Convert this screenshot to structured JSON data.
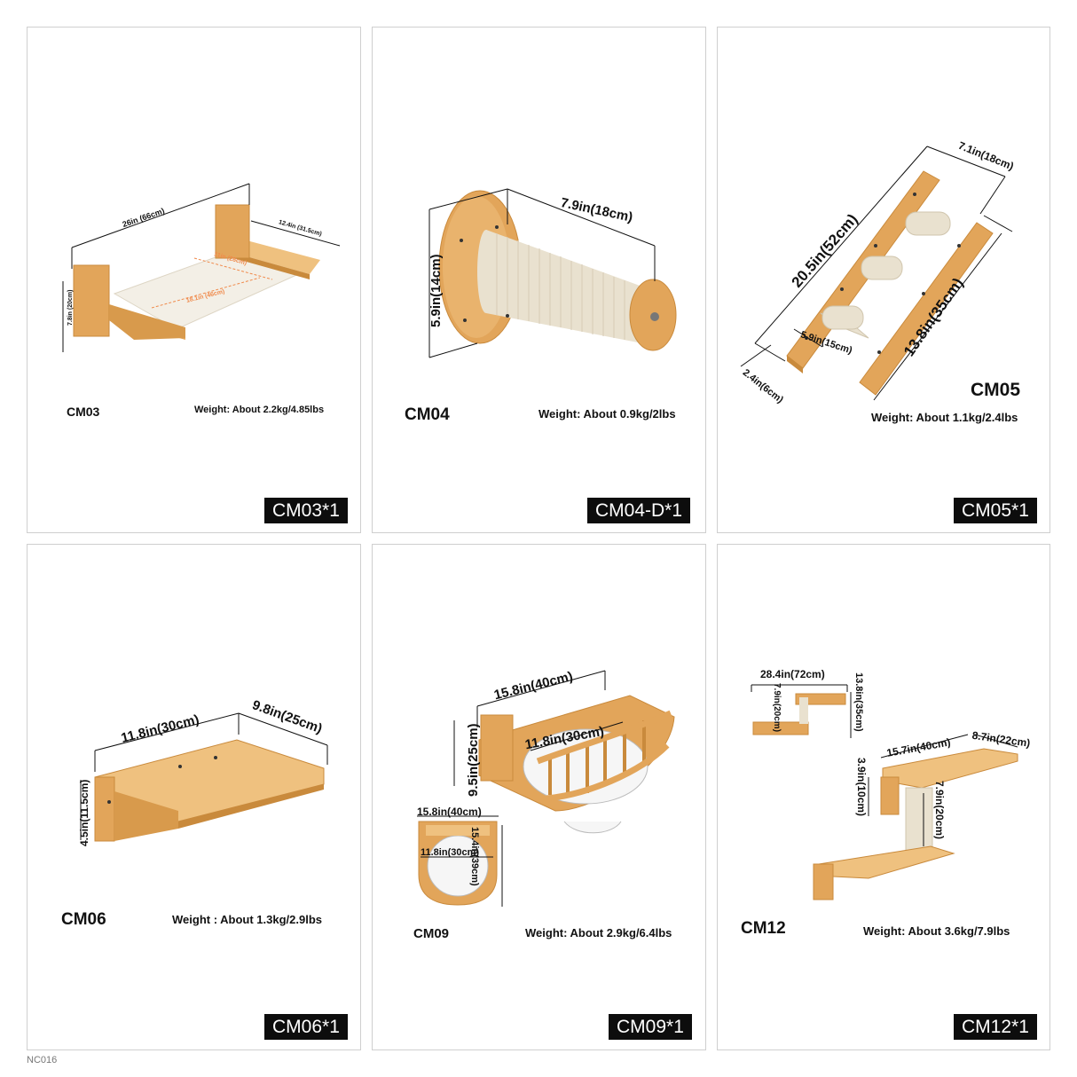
{
  "colors": {
    "wood": "#e2a55a",
    "wood_dark": "#c98a3c",
    "wood_light": "#efc17f",
    "sisal": "#e9e1cf",
    "label_bg": "#0d0d0d",
    "accent_dim": "#f08a4b"
  },
  "panels": [
    {
      "model": "CM03",
      "weight": "Weight: About 2.2kg/4.85lbs",
      "qty": "CM03*1",
      "dims": [
        "26in (66cm)",
        "12.4in (31.5cm)",
        "7.8in (20cm)",
        "11in (28cm)",
        "18.1in (46cm)"
      ]
    },
    {
      "model": "CM04",
      "weight": "Weight: About 0.9kg/2lbs",
      "qty": "CM04-D*1",
      "dims": [
        "7.9in(18cm)",
        "5.9in(14cm)"
      ]
    },
    {
      "model": "CM05",
      "weight": "Weight: About 1.1kg/2.4lbs",
      "qty": "CM05*1",
      "dims": [
        "7.1in(18cm)",
        "20.5in(52cm)",
        "13.8in(35cm)",
        "5.9in(15cm)",
        "2.4in(6cm)"
      ]
    },
    {
      "model": "CM06",
      "weight": "Weight : About 1.3kg/2.9lbs",
      "qty": "CM06*1",
      "dims": [
        "11.8in(30cm)",
        "9.8in(25cm)",
        "4.5in(11.5cm)"
      ]
    },
    {
      "model": "CM09",
      "weight": "Weight: About 2.9kg/6.4lbs",
      "qty": "CM09*1",
      "dims": [
        "15.8in(40cm)",
        "9.5in(25cm)",
        "11.8in(30cm)",
        "15.8in(40cm)",
        "11.8in(30cm)",
        "15.4in(39cm)"
      ]
    },
    {
      "model": "CM12",
      "weight": "Weight: About 3.6kg/7.9lbs",
      "qty": "CM12*1",
      "dims": [
        "28.4in(72cm)",
        "7.9in(20cm)",
        "13.8in(35cm)",
        "15.7in(40cm)",
        "8.7in(22cm)",
        "3.9in(10cm)",
        "7.9in(20cm)"
      ]
    }
  ],
  "footer_code": "NC016"
}
